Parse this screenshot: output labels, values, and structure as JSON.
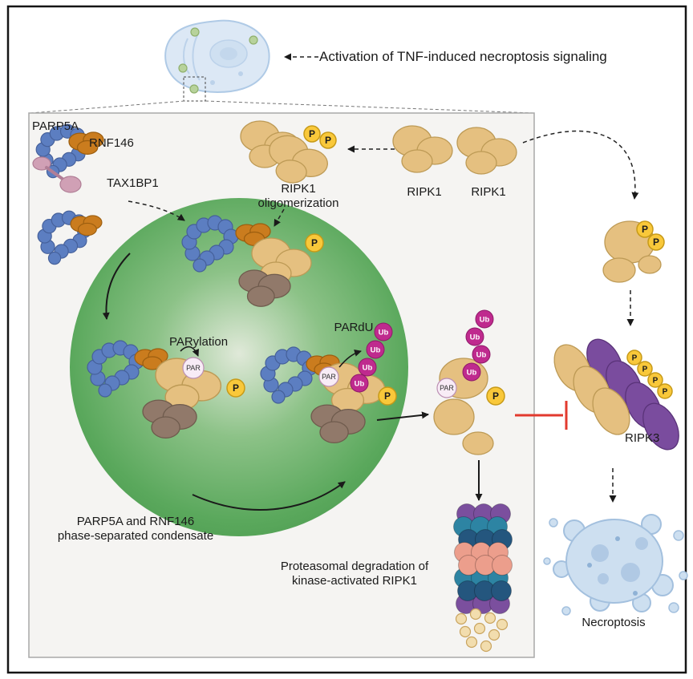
{
  "figure": {
    "title": "Activation of TNF-induced necroptosis signaling"
  },
  "labels": {
    "parp5a": "PARP5A",
    "rnf146": "RNF146",
    "tax1bp1": "TAX1BP1",
    "ripk1_oligomerization": "RIPK1\noligomerization",
    "ripk1_monomer_1": "RIPK1",
    "ripk1_monomer_2": "RIPK1",
    "parylation": "PARylation",
    "pardu": "PARdU",
    "condensate": "PARP5A and RNF146\nphase-separated condensate",
    "proteasomal_degradation": "Proteasomal degradation of\nkinase-activated RIPK1",
    "ripk3": "RIPK3",
    "necroptosis": "Necroptosis"
  },
  "badges": {
    "phospho": "P",
    "par": "PAR",
    "ubiquitin": "Ub"
  },
  "colors": {
    "condensate_green": "#54a356",
    "ripk1_tan": "#e5c080",
    "parp5a_blue": "#5c7ec1",
    "rnf146_orange": "#ca7c1e",
    "tax1bp1_pink": "#d0a0b5",
    "adapter_brown": "#91796a",
    "ripk3_purple": "#7a4c9e",
    "ubiquitin_magenta": "#bf2a8e",
    "phospho_yellow": "#f9c83a",
    "par_pink": "#f8ecf6",
    "inhibition_red": "#e23a2e",
    "proteasome_purple": "#7b4f9e",
    "proteasome_teal": "#2d84a3",
    "proteasome_navy": "#24567e",
    "proteasome_salmon": "#ec9e8c",
    "cell_blue": "#dce8f5",
    "degraded_tan": "#f2ddae"
  }
}
